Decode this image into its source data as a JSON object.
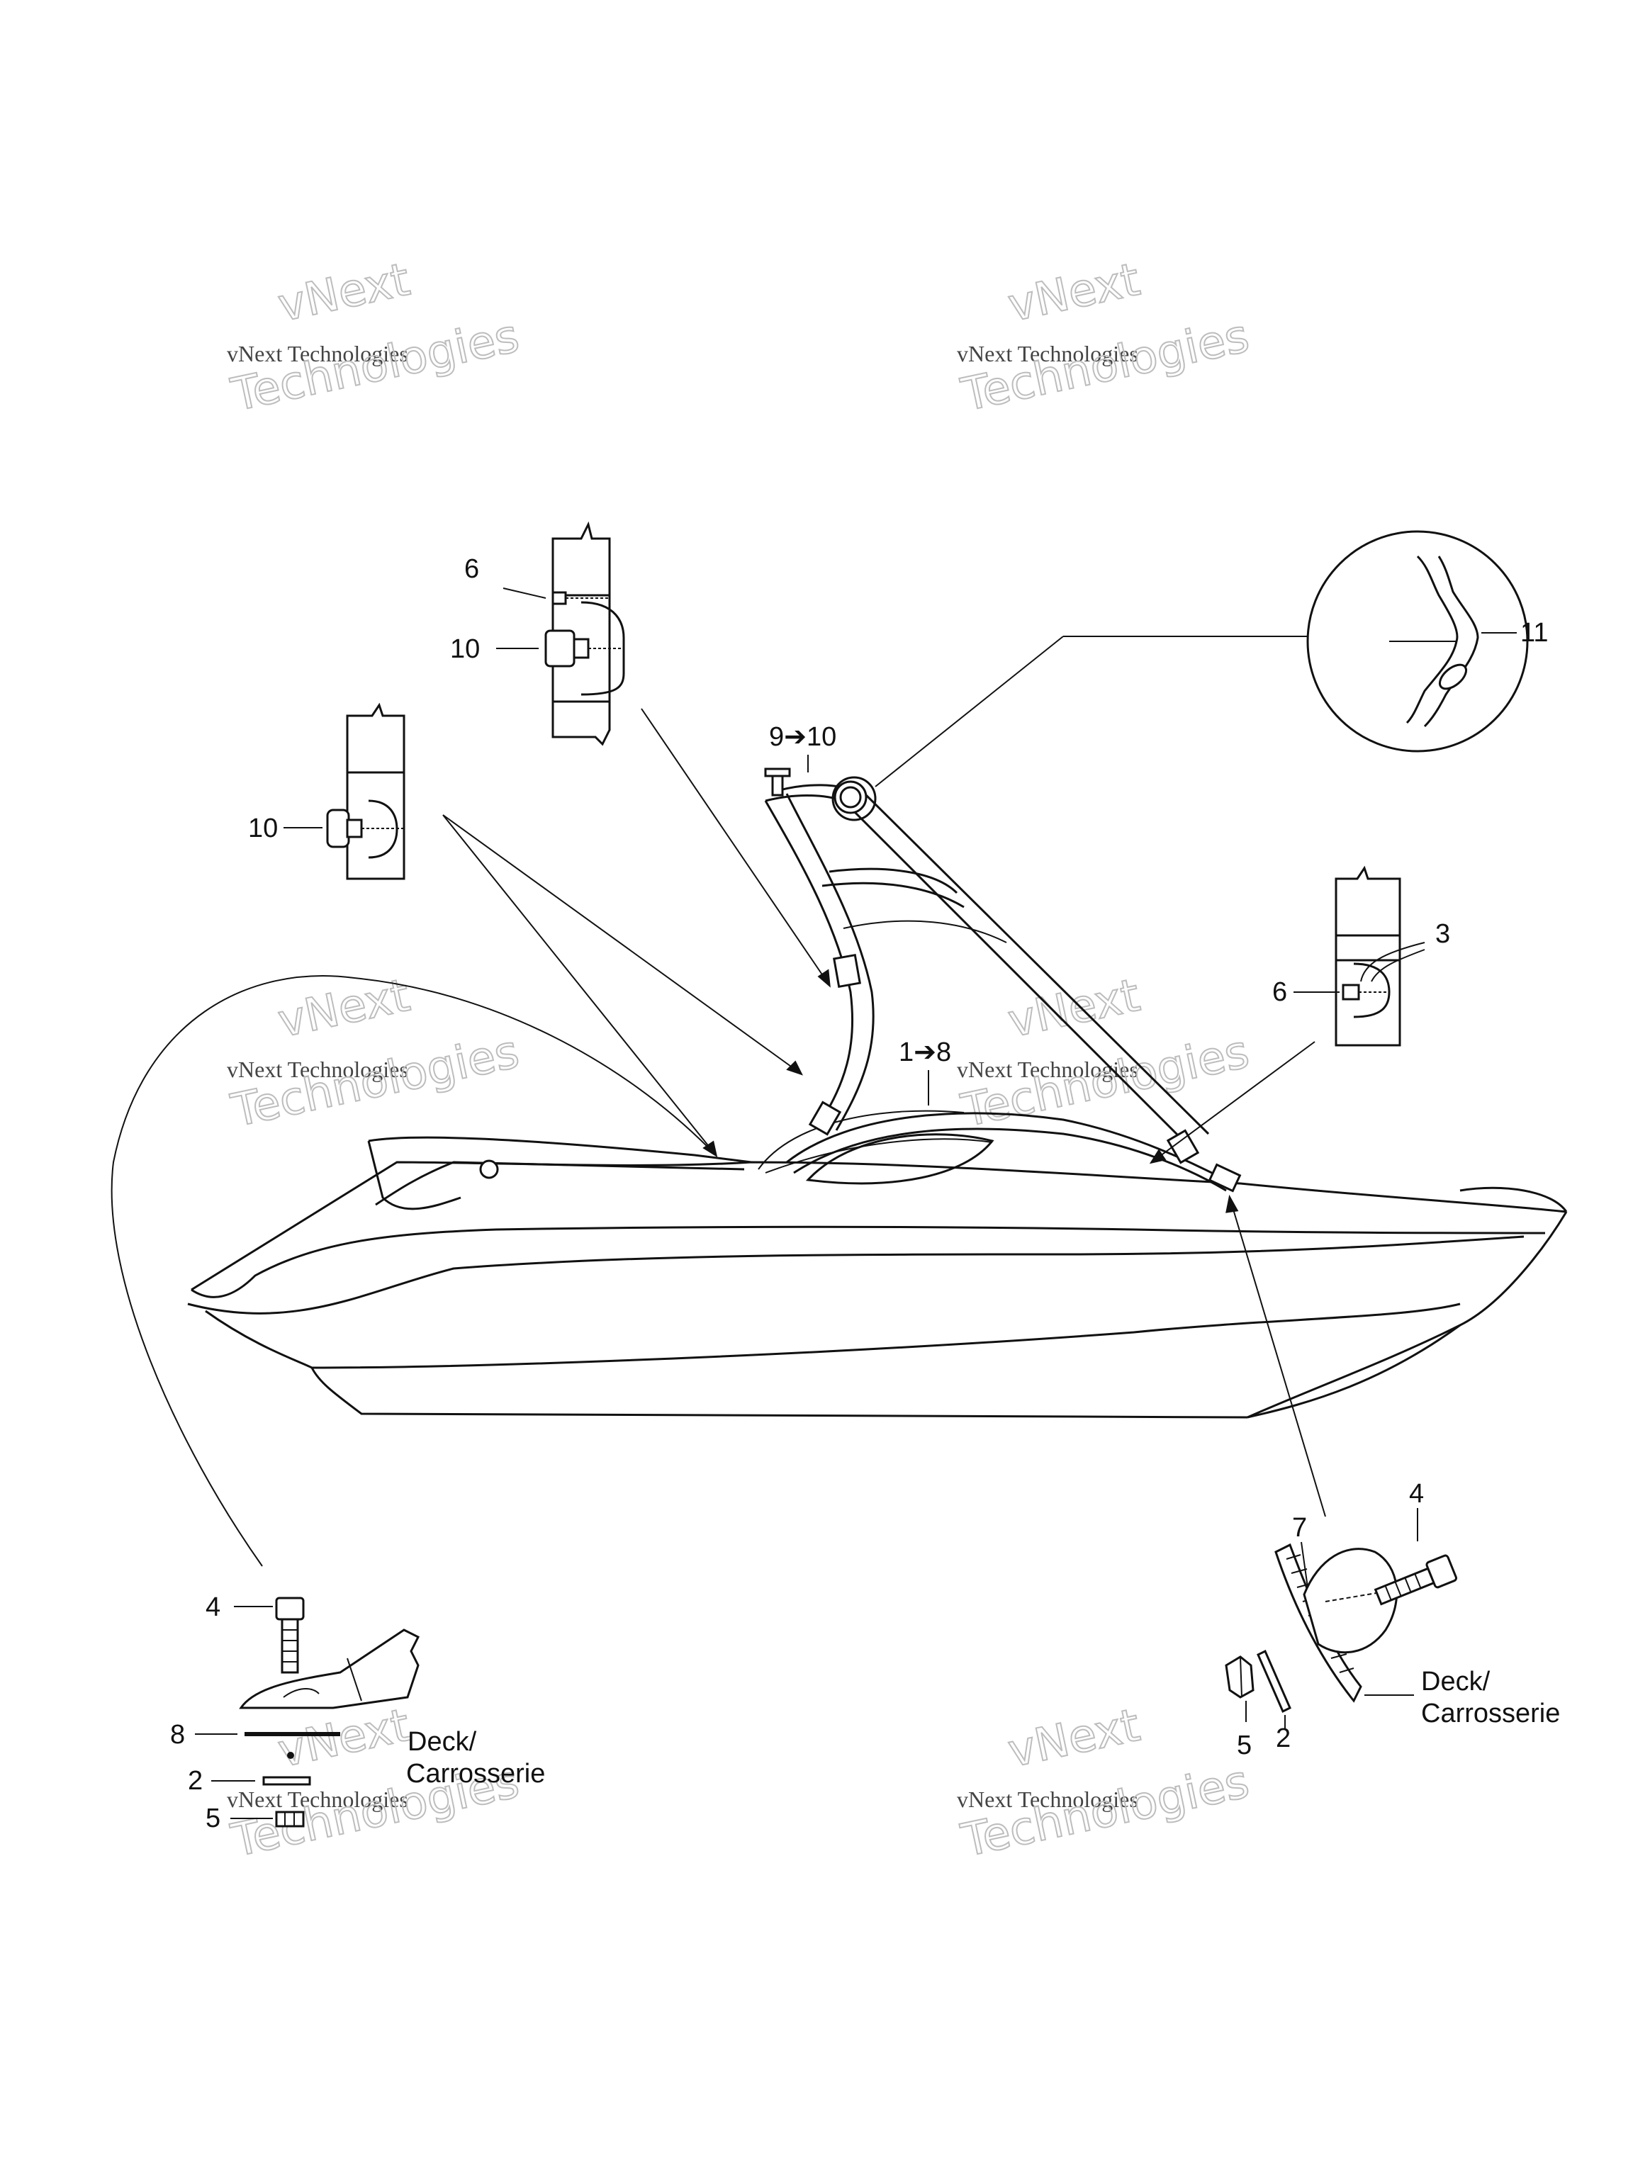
{
  "watermark": {
    "line1": "vNext",
    "line2": "vNext Technologies",
    "line3": "Technologies"
  },
  "callouts": {
    "top_detail_screw": "6",
    "top_detail_knob": "10",
    "range_9_10": "9➔10",
    "circle_detail": "11",
    "left_detail_knob": "10",
    "right_detail_clip": "3",
    "right_detail_screw": "6",
    "range_1_8": "1➔8",
    "bottom_left_bolt": "4",
    "bottom_left_strip": "8",
    "bottom_left_pin": "2",
    "bottom_left_nut": "5",
    "bottom_left_deck": "Deck/",
    "bottom_left_carrosserie": "Carrosserie",
    "bottom_right_bolt": "4",
    "bottom_right_pad": "7",
    "bottom_right_nut": "5",
    "bottom_right_pin": "2",
    "bottom_right_deck": "Deck/",
    "bottom_right_carrosserie": "Carrosserie"
  },
  "colors": {
    "line": "#111111",
    "watermark_outline": "#bdbdbd",
    "background": "#ffffff"
  }
}
